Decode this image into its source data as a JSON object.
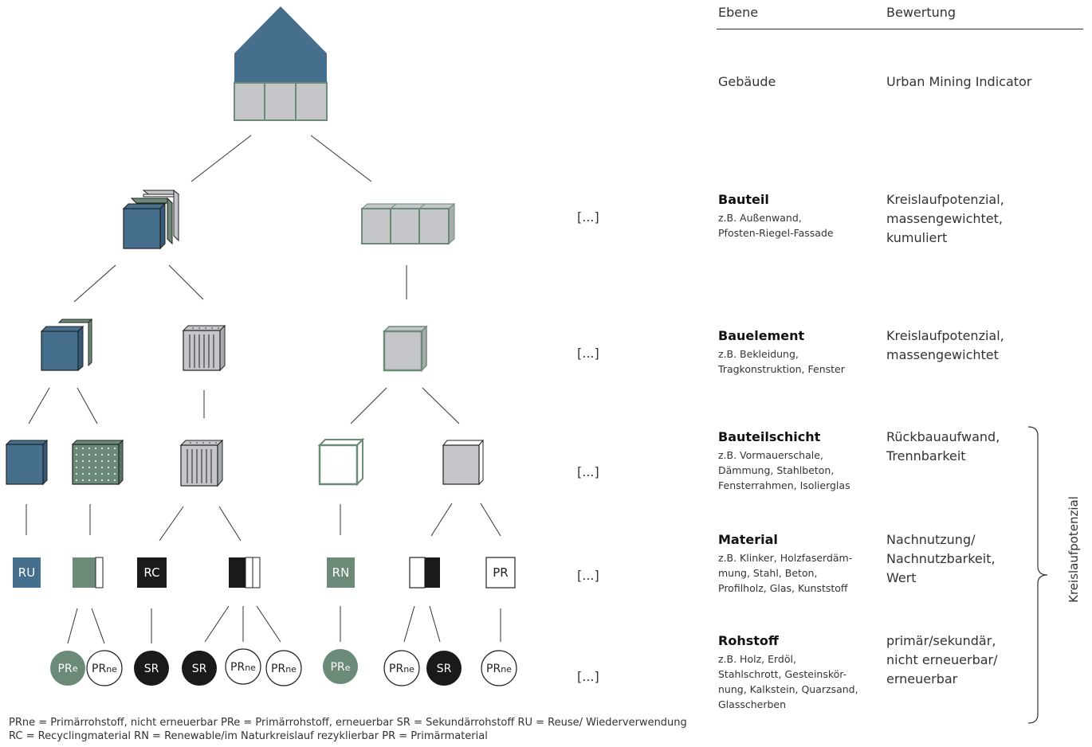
{
  "table": {
    "col_level": "Ebene",
    "col_rating": "Bewertung"
  },
  "levels": [
    {
      "name": "Gebäude",
      "examples": "",
      "rating": "Urban Mining Indicator"
    },
    {
      "name": "Bauteil",
      "examples": "z.B. Außenwand,\nPfosten-Riegel-Fassade",
      "rating": "Kreislaufpotenzial,\nmassengewichtet,\nkumuliert"
    },
    {
      "name": "Bauelement",
      "examples": "z.B. Bekleidung,\nTragkonstruktion, Fenster",
      "rating": "Kreislaufpotenzial,\nmassengewichtet"
    },
    {
      "name": "Bauteilschicht",
      "examples": "z.B. Vormauerschale,\nDämmung, Stahlbeton,\nFensterrahmen, Isolierglas",
      "rating": "Rückbauaufwand,\nTrennbarkeit"
    },
    {
      "name": "Material",
      "examples": "z.B. Klinker, Holzfaserdäm-\nmung, Stahl, Beton,\nProfilholz, Glas, Kunststoff",
      "rating": "Nachnutzung/\nNachnutzbarkeit,\nWert"
    },
    {
      "name": "Rohstoff",
      "examples": "z.B. Holz, Erdöl,\nStahlschrott, Gesteinskör-\nnung, Kalkstein, Quarzsand,\nGlasscherben",
      "rating": "primär/sekundär,\nnicht erneuerbar/\nerneuerbar"
    }
  ],
  "bracket_label": "Kreislaufpotenzial",
  "ellipsis": "[...]",
  "material_boxes": {
    "ru": "RU",
    "rc": "RC",
    "rn": "RN",
    "pr": "PR"
  },
  "raw_materials": {
    "pre_main": "PR",
    "pre_sub": "e",
    "prne_main": "PR",
    "prne_sub": "ne",
    "sr": "SR"
  },
  "legend": "PRne = Primärrohstoff, nicht erneuerbar    PRe = Primärrohstoff, erneuerbar    SR = Sekundärrohstoff    RU = Reuse/ Wiederverwendung    RC = Recyclingmaterial   RN = Renewable/im Naturkreislauf rezyklierbar   PR = Primärmaterial",
  "colors": {
    "blue": "#456f8c",
    "green": "#6b8a77",
    "grey": "#c4c6c9",
    "black": "#1a1a1a",
    "line": "#333333"
  }
}
